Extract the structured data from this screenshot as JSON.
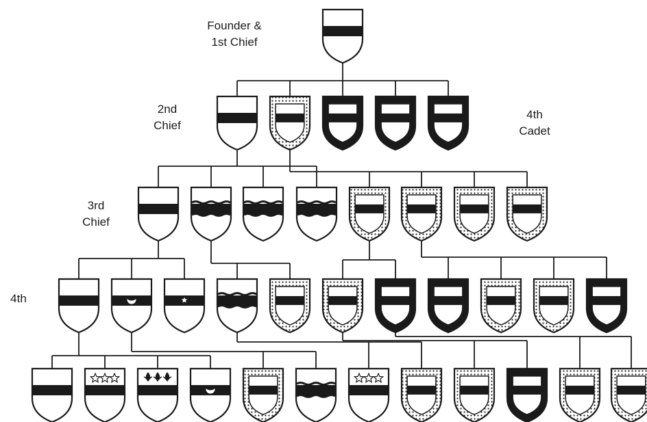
{
  "labels": {
    "founder_line1": "Founder &",
    "founder_line2": "1st Chief",
    "second_line1": "2nd",
    "second_line2": "Chief",
    "cadet_line1": "4th",
    "cadet_line2": "Cadet",
    "third_line1": "3rd",
    "third_line2": "Chief",
    "fourth": "4th"
  },
  "colors": {
    "ink": "#1a1a1a",
    "paper": "#ffffff"
  },
  "shield_icons": {
    "founder": [
      "chief-band"
    ],
    "gen2": [
      "chief-band",
      "bordure-dotted",
      "bordure-dark",
      "bordure-dark",
      "bordure-dark"
    ],
    "gen3": [
      "chief-band",
      "wavy-band",
      "wavy-band",
      "wavy-band",
      "bordure-dotted",
      "bordure-dotted",
      "bordure-dotted",
      "bordure-dotted"
    ],
    "gen4": [
      "chief-band",
      "crescent",
      "star",
      "wavy-band",
      "bordure-dotted",
      "bordure-dotted",
      "bordure-dark",
      "bordure-dark",
      "bordure-dotted",
      "bordure-dotted",
      "bordure-dark"
    ],
    "gen5": [
      "chief-band",
      "stars",
      "fleur",
      "crescent",
      "bordure-dotted",
      "wavy-band",
      "stars",
      "bordure-dotted",
      "bordure-dotted",
      "bordure-dark",
      "bordure-dotted",
      "bordure-dotted"
    ]
  }
}
